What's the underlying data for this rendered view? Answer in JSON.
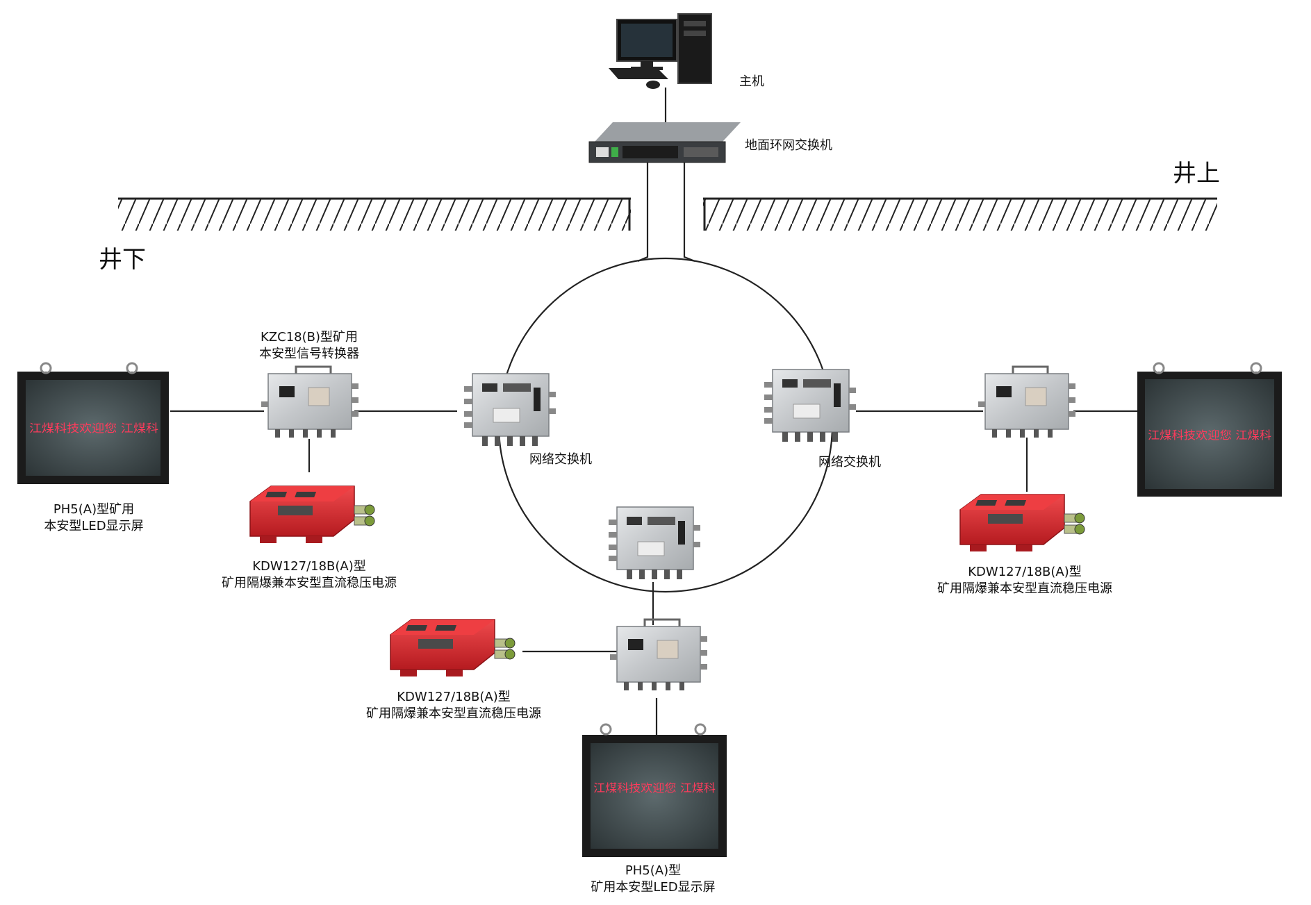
{
  "labels": {
    "host": "主机",
    "ground_switch": "地面环网交换机",
    "above_ground": "井上",
    "below_ground": "井下",
    "converter_line1": "KZC18(B)型矿用",
    "converter_line2": "本安型信号转换器",
    "network_switch_left": "网络交换机",
    "network_switch_right": "网络交换机",
    "led_left_line1": "PH5(A)型矿用",
    "led_left_line2": "本安型LED显示屏",
    "power_left_line1": "KDW127/18B(A)型",
    "power_left_line2": "矿用隔爆兼本安型直流稳压电源",
    "power_right_line1": "KDW127/18B(A)型",
    "power_right_line2": "矿用隔爆兼本安型直流稳压电源",
    "power_bottom_line1": "KDW127/18B(A)型",
    "power_bottom_line2": "矿用隔爆兼本安型直流稳压电源",
    "led_bottom_line1": "PH5(A)型",
    "led_bottom_line2": "矿用本安型LED显示屏"
  },
  "screen_text": "江煤科技欢迎您 江煤科",
  "colors": {
    "line": "#222222",
    "steel": "#c9ccce",
    "power_red": "#d8262b",
    "screen_frame": "#1b1b1b",
    "led_text": "#ff3b5c"
  }
}
